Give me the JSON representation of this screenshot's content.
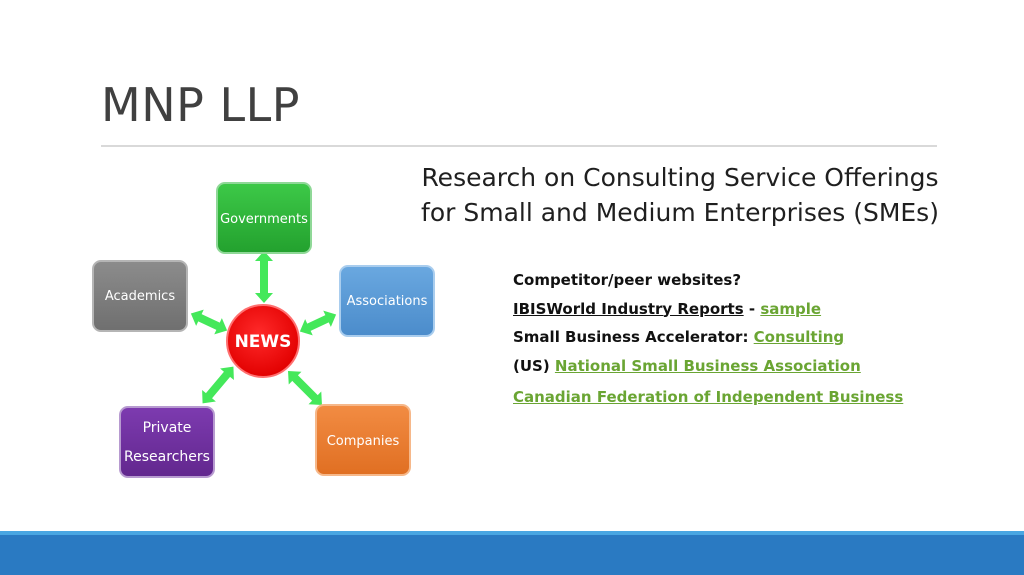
{
  "slide": {
    "title": "MNP LLP",
    "subtitle_line1": "Research on Consulting Service Offerings",
    "subtitle_line2": "for Small and Medium Enterprises (SMEs)"
  },
  "diagram": {
    "center": "NEWS",
    "nodes": {
      "governments": "Governments",
      "academics": "Academics",
      "associations": "Associations",
      "private_line1": "Private",
      "private_line2": "Researchers",
      "companies": "Companies"
    },
    "colors": {
      "governments": "#2fb33a",
      "academics": "#7f7f7f",
      "associations": "#5b9bd5",
      "private": "#7030a0",
      "companies": "#ed7d31",
      "center": "#ff0000",
      "arrows": "#44e85a"
    }
  },
  "links": {
    "row1": "Competitor/peer websites?",
    "row2_text": "IBISWorld Industry Reports",
    "row2_sep": " - ",
    "row2_link": "sample",
    "row3_text": "Small Business Accelerator: ",
    "row3_link": "Consulting",
    "row4_text": "(US) ",
    "row4_link": "National Small Business Association",
    "row5_link": "Canadian Federation of Independent Business",
    "link_color": "#6aa533"
  }
}
